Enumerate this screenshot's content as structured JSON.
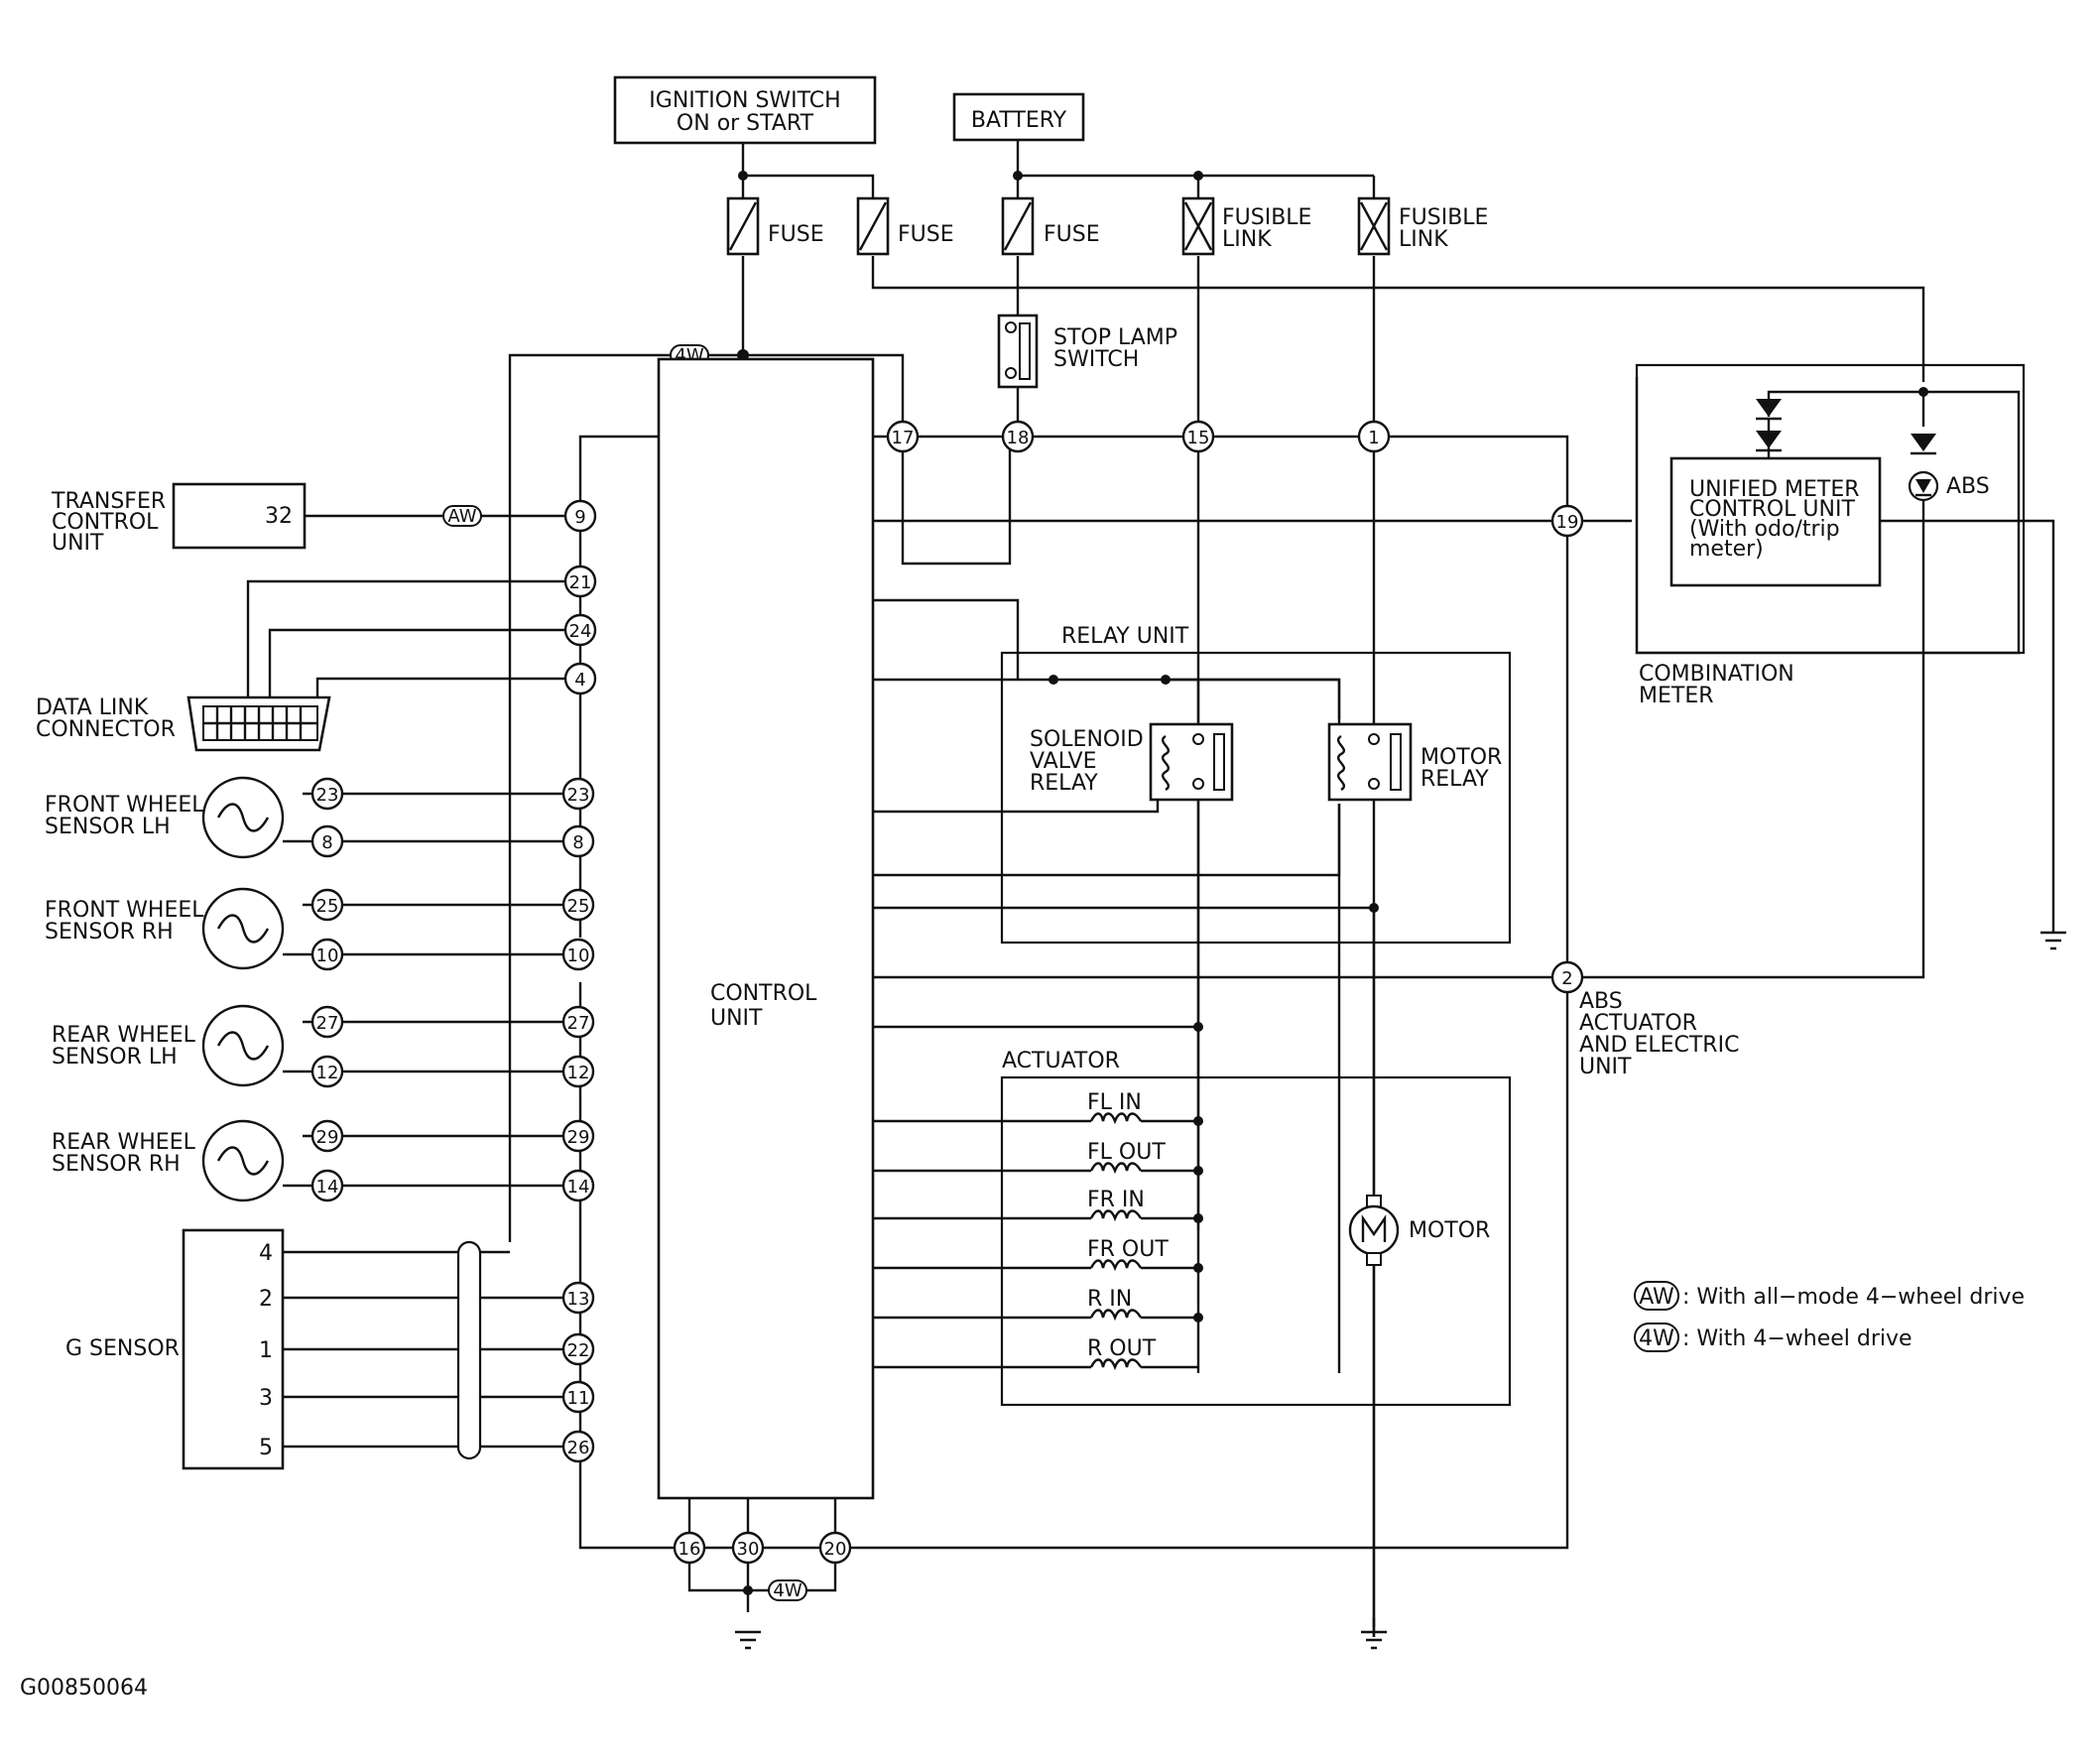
{
  "power": {
    "ignition": [
      "IGNITION SWITCH",
      "ON or START"
    ],
    "battery": "BATTERY",
    "fuse": "FUSE",
    "fusible_link": [
      "FUSIBLE",
      "LINK"
    ],
    "stop_lamp_switch": [
      "STOP LAMP",
      "SWITCH"
    ]
  },
  "transfer_control_unit": {
    "label": [
      "TRANSFER",
      "CONTROL",
      "UNIT"
    ],
    "pin": "32"
  },
  "data_link_connector": [
    "DATA LINK",
    "CONNECTOR"
  ],
  "wheel_sensors": [
    {
      "label": [
        "FRONT WHEEL",
        "SENSOR LH"
      ],
      "pins": [
        "23",
        "8"
      ]
    },
    {
      "label": [
        "FRONT WHEEL",
        "SENSOR RH"
      ],
      "pins": [
        "25",
        "10"
      ]
    },
    {
      "label": [
        "REAR WHEEL",
        "SENSOR LH"
      ],
      "pins": [
        "27",
        "12"
      ]
    },
    {
      "label": [
        "REAR WHEEL",
        "SENSOR RH"
      ],
      "pins": [
        "29",
        "14"
      ]
    }
  ],
  "g_sensor": {
    "label": "G SENSOR",
    "pins": [
      "4",
      "2",
      "1",
      "3",
      "5"
    ],
    "cu_pins": [
      "13",
      "22",
      "11",
      "26"
    ]
  },
  "control_unit": [
    "CONTROL",
    "UNIT"
  ],
  "control_unit_pins": {
    "top": [
      "17",
      "18",
      "15",
      "1"
    ],
    "left": [
      "9",
      "21",
      "24",
      "4"
    ],
    "right": [
      "19",
      "2"
    ],
    "bottom": [
      "16",
      "30",
      "20"
    ]
  },
  "relay_unit": {
    "title": "RELAY UNIT",
    "solenoid": [
      "SOLENOID",
      "VALVE",
      "RELAY"
    ],
    "motor": [
      "MOTOR",
      "RELAY"
    ]
  },
  "actuator": {
    "title": "ACTUATOR",
    "valves": [
      "FL IN",
      "FL OUT",
      "FR IN",
      "FR OUT",
      "R IN",
      "R OUT"
    ],
    "motor": "MOTOR"
  },
  "abs_unit": [
    "ABS",
    "ACTUATOR",
    "AND ELECTRIC",
    "UNIT"
  ],
  "combination_meter": {
    "title": [
      "COMBINATION",
      "METER"
    ],
    "unified": [
      "UNIFIED METER",
      "CONTROL UNIT",
      "(With odo/trip",
      "meter)"
    ],
    "abs_lamp": "ABS"
  },
  "legend": [
    {
      "code": "AW",
      "text": ": With all−mode 4−wheel drive"
    },
    {
      "code": "4W",
      "text": ": With 4−wheel drive"
    }
  ],
  "figure_id": "G00850064"
}
